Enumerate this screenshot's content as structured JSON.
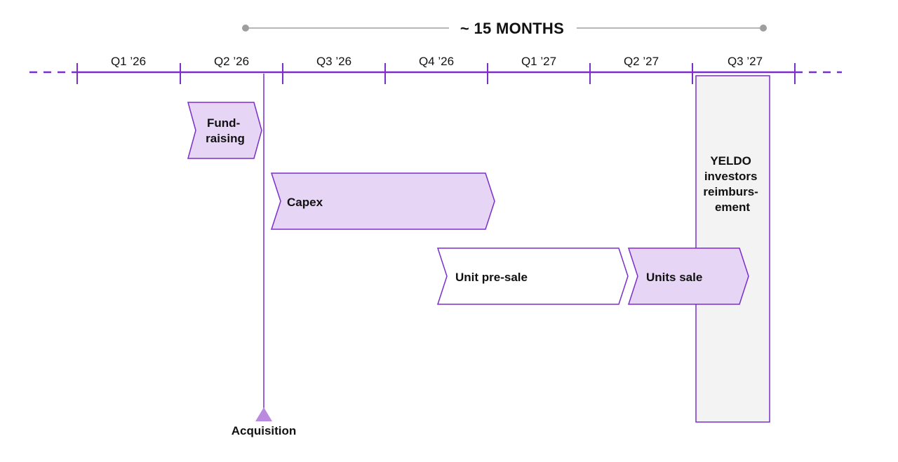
{
  "duration": {
    "label": "~ 15 MONTHS"
  },
  "quarters": [
    "Q1 ’26",
    "Q2 ’26",
    "Q3 ’26",
    "Q4 ’26",
    "Q1 ’27",
    "Q2 ’27",
    "Q3 ’27"
  ],
  "phases": {
    "fundraising": [
      "Fund-",
      "raising"
    ],
    "capex": "Capex",
    "unit_presale": "Unit pre-sale",
    "units_sale": "Units sale",
    "reimbursement": [
      "YELDO",
      "investors",
      "reimburs-",
      "ement"
    ]
  },
  "milestone": {
    "label": "Acquisition"
  },
  "colors": {
    "accent": "#7B2FC9",
    "fill": "#E6D5F5",
    "panel": "#F3F3F3",
    "grey": "#9E9E9E",
    "marker": "#B98AE0"
  }
}
